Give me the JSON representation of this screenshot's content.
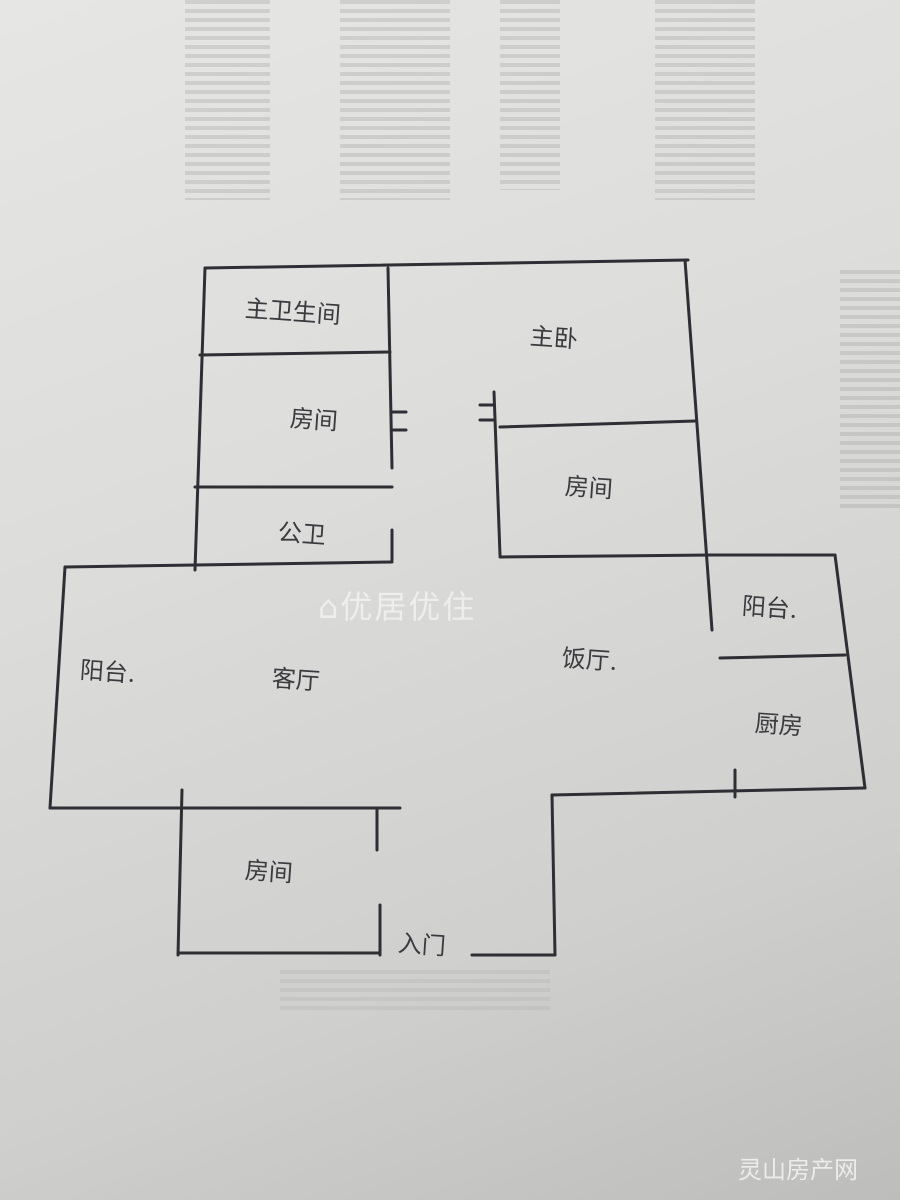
{
  "rooms": {
    "master_bath": "主卫生间",
    "master_bedroom": "主卧",
    "bedroom_1": "房间",
    "bedroom_2": "房间",
    "public_bath": "公卫",
    "balcony_left": "阳台.",
    "living_room": "客厅",
    "dining_room": "饭厅.",
    "balcony_right": "阳台.",
    "kitchen": "厨房",
    "bedroom_3": "房间",
    "entrance": "入门"
  },
  "watermarks": {
    "center": "优居优住",
    "corner": "灵山房产网"
  },
  "colors": {
    "ink": "#2e2e34",
    "paper": "#dcdcda"
  }
}
